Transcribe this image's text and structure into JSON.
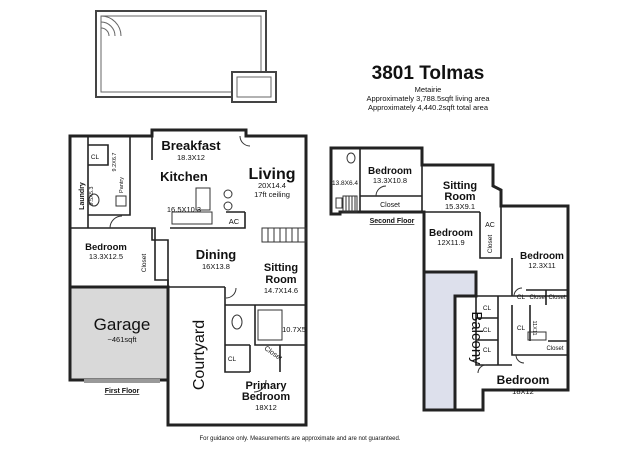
{
  "header": {
    "title": "3801 Tolmas",
    "city": "Metairie",
    "living_area": "Approximately 3,788.5sqft living area",
    "total_area": "Approximately 4,440.2sqft total area"
  },
  "footer": {
    "disclaimer": "For guidance only. Measurements are approximate and are not guaranteed."
  },
  "first_floor": {
    "label": "First Floor",
    "rooms": {
      "breakfast": {
        "name": "Breakfast",
        "dims": "18.3X12"
      },
      "kitchen": {
        "name": "Kitchen",
        "dims": "16.5X10.3"
      },
      "living": {
        "name": "Living",
        "dims": "20X14.4",
        "note": "17ft ceiling"
      },
      "laundry": {
        "name": "Laundry",
        "dims": "9.5X5.3"
      },
      "pantry": {
        "name": "Pantry",
        "dims": "9.2X6.7"
      },
      "bedroom": {
        "name": "Bedroom",
        "dims": "13.3X12.5"
      },
      "dining": {
        "name": "Dining",
        "dims": "16X13.8"
      },
      "sitting": {
        "name": "Sitting",
        "name2": "Room",
        "dims": "14.7X14.6"
      },
      "garage": {
        "name": "Garage",
        "dims": "~461sqft"
      },
      "courtyard": {
        "name": "Courtyard"
      },
      "bath": {
        "dims": "10.7X5"
      },
      "primary": {
        "name": "Primary",
        "name2": "Bedroom",
        "dims": "18X12"
      }
    },
    "small_labels": {
      "cl": "CL",
      "ac": "AC",
      "closet": "Closet"
    }
  },
  "second_floor": {
    "label": "Second Floor",
    "rooms": {
      "bath": {
        "dims": "13.8X6.4"
      },
      "bedroom1": {
        "name": "Bedroom",
        "dims": "13.3X10.8"
      },
      "sitting": {
        "name": "Sitting",
        "name2": "Room",
        "dims": "15.3X9.1"
      },
      "bedroom2": {
        "name": "Bedroom",
        "dims": "12X11.9"
      },
      "bedroom3": {
        "name": "Bedroom",
        "dims": "12.3X11"
      },
      "balcony": {
        "name": "Balcony"
      },
      "bedroom4": {
        "name": "Bedroom",
        "dims": "18X12"
      },
      "bath2": {
        "dims": "11X11"
      }
    },
    "small_labels": {
      "cl": "CL",
      "ac": "AC",
      "closet": "Closet"
    }
  }
}
